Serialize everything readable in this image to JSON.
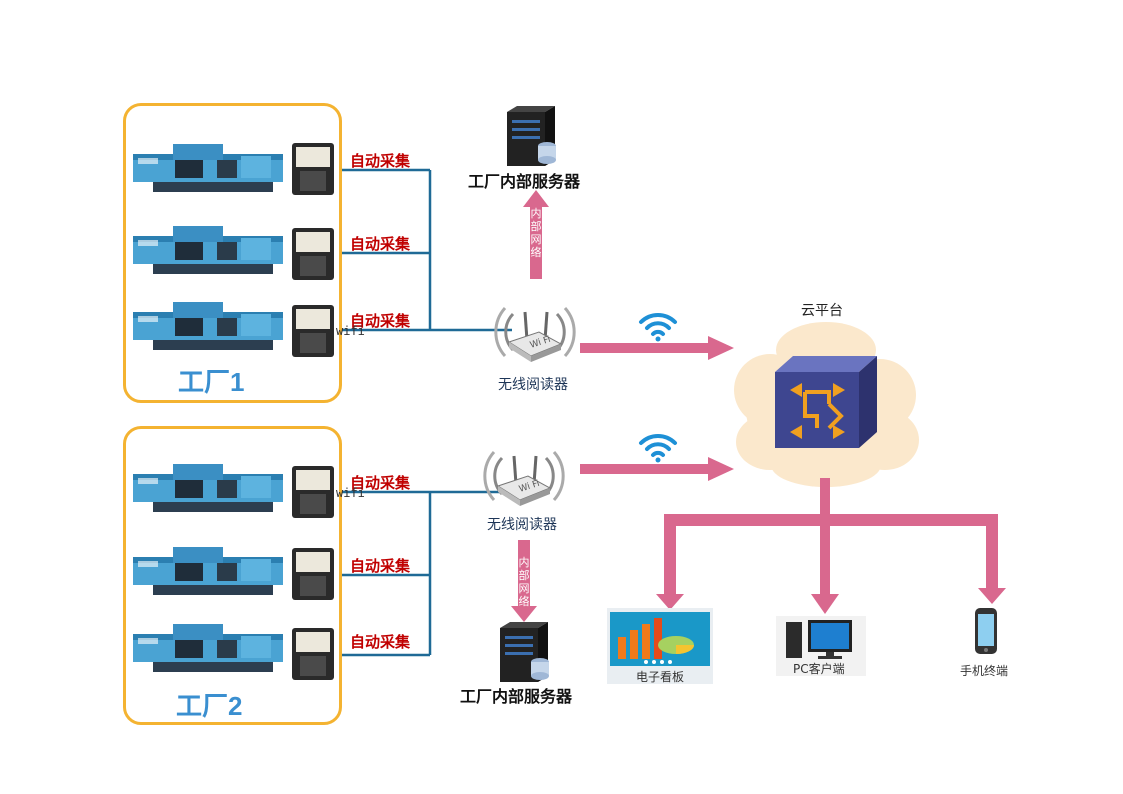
{
  "factory1": {
    "label": "工厂1",
    "collect_labels": [
      "自动采集",
      "自动采集",
      "自动采集"
    ],
    "wifi_text": "wifi"
  },
  "factory2": {
    "label": "工厂2",
    "collect_labels": [
      "自动采集",
      "自动采集",
      "自动采集"
    ],
    "wifi_text": "wifi"
  },
  "reader1": {
    "label": "无线阅读器"
  },
  "reader2": {
    "label": "无线阅读器"
  },
  "server_top": {
    "label": "工厂内部服务器",
    "link_label": "内部网络"
  },
  "server_bottom": {
    "label": "工厂内部服务器",
    "link_label": "内部网络"
  },
  "cloud": {
    "label": "云平台"
  },
  "terminals": {
    "board": "电子看板",
    "pc": "PC客户端",
    "phone": "手机终端"
  },
  "colors": {
    "factory_border": "#f4b331",
    "factory_label": "#3a8fd0",
    "collect_label": "#c00000",
    "arrow": "#d9688e",
    "line": "#1f6a96"
  }
}
